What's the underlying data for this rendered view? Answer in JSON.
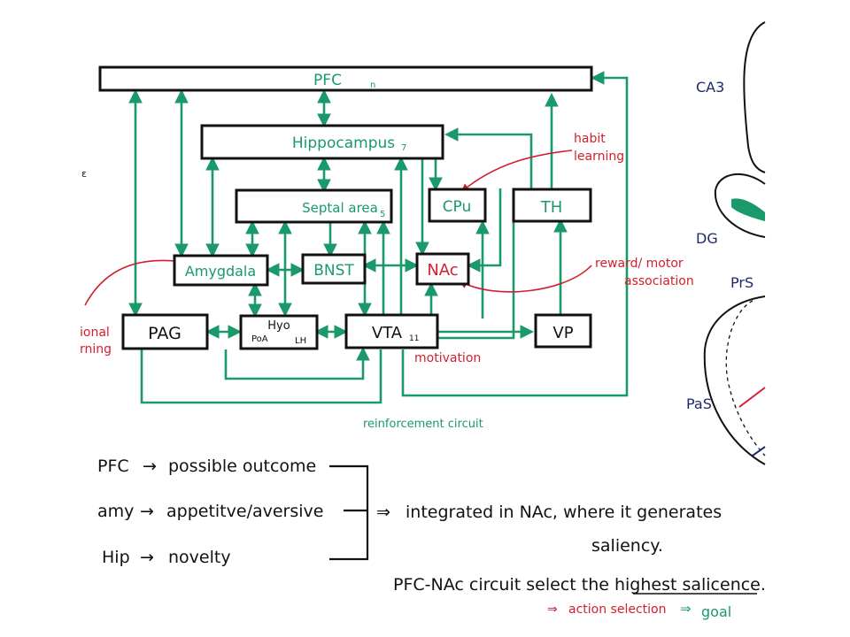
{
  "nodes": {
    "pfc": {
      "label": "PFC",
      "sub": "n"
    },
    "hippocampus": {
      "label": "Hippocampus",
      "sub": "7"
    },
    "septal": {
      "label": "Septal area",
      "sub": "5"
    },
    "cpu": {
      "label": "CPu"
    },
    "th": {
      "label": "TH"
    },
    "amygdala": {
      "label": "Amygdala"
    },
    "bnst": {
      "label": "BNST"
    },
    "nac": {
      "label": "NAc"
    },
    "pag": {
      "label": "PAG"
    },
    "hyo": {
      "label": "Hyo",
      "left": "PoA",
      "right": "LH"
    },
    "vta": {
      "label": "VTA",
      "sub": "11"
    },
    "vp": {
      "label": "VP"
    }
  },
  "notes": {
    "habit": [
      "habit",
      "learning"
    ],
    "reward": [
      "reward/ motor",
      "association"
    ],
    "emotional": [
      "ional",
      "rning"
    ],
    "motivation": "motivation",
    "reinforcement": "reinforcement circuit"
  },
  "summary": {
    "lines": [
      {
        "left": "PFC",
        "right": "possible outcome"
      },
      {
        "left": "amy",
        "right": "appetitve/aversive"
      },
      {
        "left": "Hip",
        "right": "novelty"
      }
    ],
    "integrated": "integrated in NAc, where it generates",
    "saliency": "saliency.",
    "circuit": "PFC-NAc circuit select the highest salicence.",
    "action": "action selection",
    "goal": "goal"
  },
  "side_labels": {
    "ca3": "CA3",
    "dg": "DG",
    "prs": "PrS",
    "pas": "PaS"
  },
  "colors": {
    "green": "#1a9a6a",
    "red": "#d11f2e",
    "ink": "#111111",
    "navy": "#1c2a6b"
  }
}
